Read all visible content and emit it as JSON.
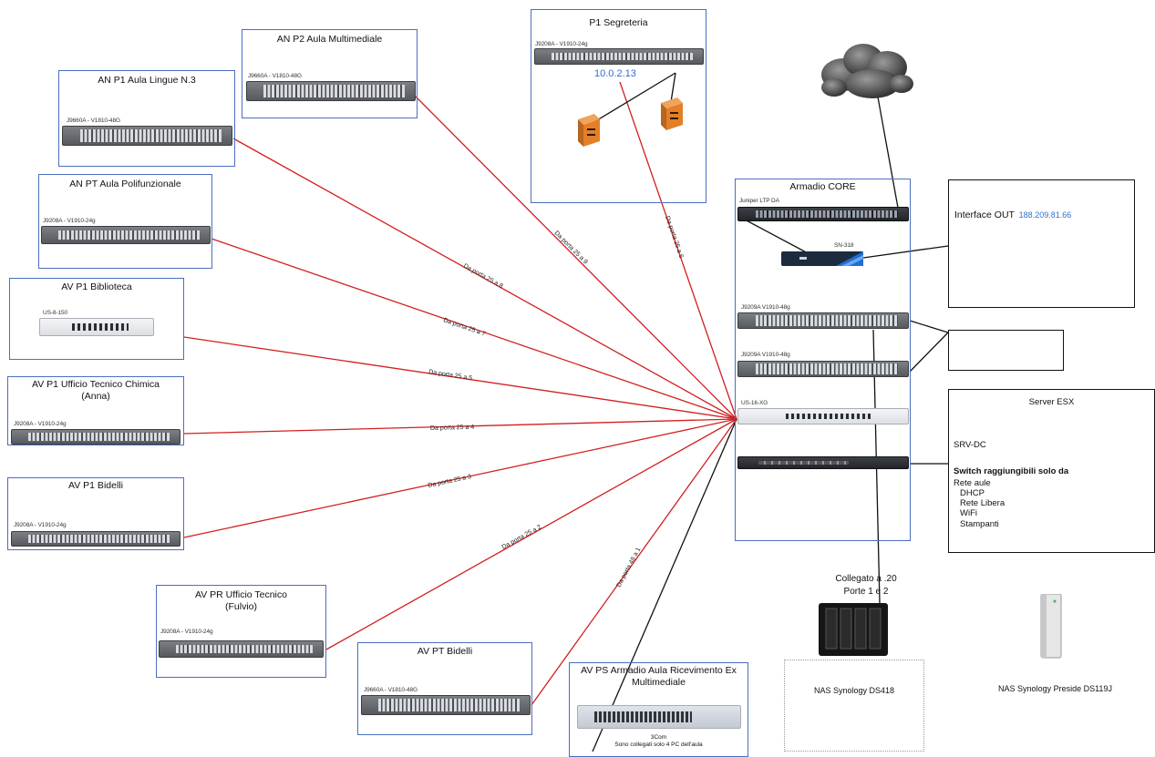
{
  "boxes": {
    "an_p1_lingue": {
      "title": "AN P1 Aula Lingue N.3",
      "model": "J9660A - V1810-48G"
    },
    "an_p2_multimediale": {
      "title": "AN P2 Aula Multimediale",
      "model": "J9660A - V1810-48G"
    },
    "p1_segreteria": {
      "title": "P1 Segreteria",
      "model": "J9208A - V1910-24g",
      "ip": "10.0.2.13"
    },
    "an_pt_polifunzionale": {
      "title": "AN PT Aula Polifunzionale",
      "model": "J9208A - V1910-24g"
    },
    "av_p1_biblioteca": {
      "title": "AV P1 Biblioteca",
      "model": "US-8-150"
    },
    "av_p1_tecnico_chimica": {
      "title": "AV P1 Ufficio Tecnico Chimica (Anna)",
      "model": "J9208A - V1910-24g"
    },
    "av_p1_bidelli": {
      "title": "AV P1 Bidelli",
      "model": "J9208A - V1910-24g"
    },
    "av_pr_tecnico": {
      "title": "AV PR Ufficio Tecnico (Fulvio)",
      "model": "J9208A - V1910-24g"
    },
    "av_pt_bidelli": {
      "title": "AV PT Bidelli",
      "model": "J9660A - V1810-48G"
    },
    "av_ps_ricevimento": {
      "title": "AV PS Armadio Aula Ricevimento Ex Multimediale",
      "model": "3Com",
      "note": "Sono collegati solo 4 PC dell'aula"
    },
    "armadio_core": {
      "title": "Armadio CORE",
      "juniper": "Juniper LTP DA",
      "firewall": "SN-318",
      "sw1": "J9209A V1910-48g",
      "sw2": "J9209A V1910-48g",
      "ubi": "US-16-XG"
    }
  },
  "interface_out": {
    "label": "Interface OUT",
    "ip": "188.209.81.66"
  },
  "server_esx": {
    "title": "Server ESX",
    "srv": "SRV-DC",
    "switch_heading": "Switch raggiungibili solo da",
    "items": [
      "Rete aule",
      "DHCP",
      "Rete Libera",
      "WiFi",
      "Stampanti"
    ]
  },
  "nas": {
    "ds418_note_1": "Collegato a .20",
    "ds418_note_2": "Porte 1 e 2",
    "ds418_label": "NAS Synology DS418",
    "preside_label": "NAS Synology Preside DS119J"
  },
  "links": [
    {
      "label": "Da porta 25 a 9"
    },
    {
      "label": "Da porta 25 a 6"
    },
    {
      "label": "Da porta 25 a 8"
    },
    {
      "label": "Da porta 25 a 7"
    },
    {
      "label": "Da porta 25 a 5"
    },
    {
      "label": "Da porta 25 a 4"
    },
    {
      "label": "Da porta 25 a 3"
    },
    {
      "label": "Da porta 25 a 2"
    },
    {
      "label": "Da porta 48 a 1"
    }
  ],
  "colors": {
    "box_border": "#4a6fc0",
    "link_red": "#d21f1f",
    "ip_blue": "#2f6fd0"
  }
}
